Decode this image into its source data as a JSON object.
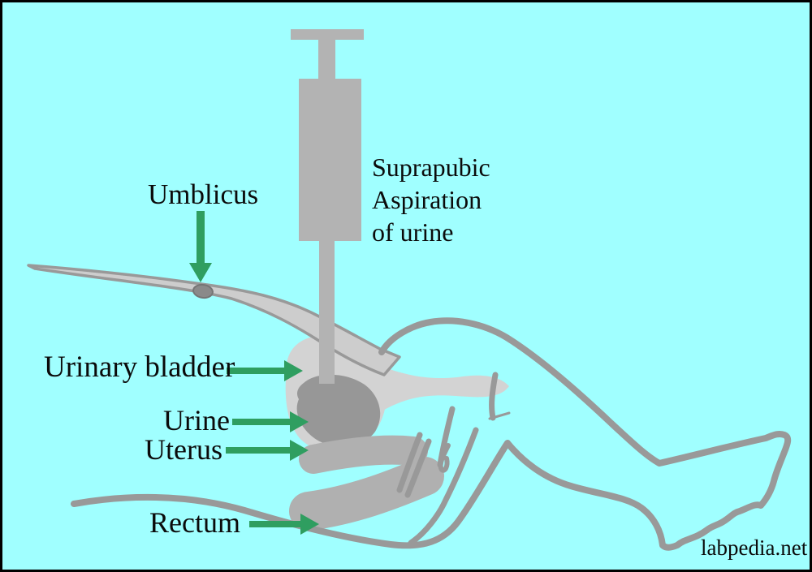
{
  "diagram": {
    "title_block": {
      "line1": "Suprapubic",
      "line2": "Aspiration",
      "line3": "of urine"
    },
    "labels": {
      "umbilicus": "Umblicus",
      "urinary_bladder": "Urinary bladder",
      "urine": "Urine",
      "uterus": "Uterus",
      "rectum": "Rectum"
    },
    "watermark": "labpedia.net",
    "colors": {
      "background": "#a0ffff",
      "border_black": "#000000",
      "arrow_green": "#2f9e60",
      "outline_gray": "#999999",
      "syringe_gray": "#b3b3b3",
      "bladder_gray": "#d3d3d3",
      "urine_gray": "#979797",
      "organ_gray": "#b0b0b0",
      "abdominal_wall_gray": "#cdcdcd",
      "umbilicus_gray": "#8a8a8a",
      "text_black": "#0b0b0b"
    }
  }
}
